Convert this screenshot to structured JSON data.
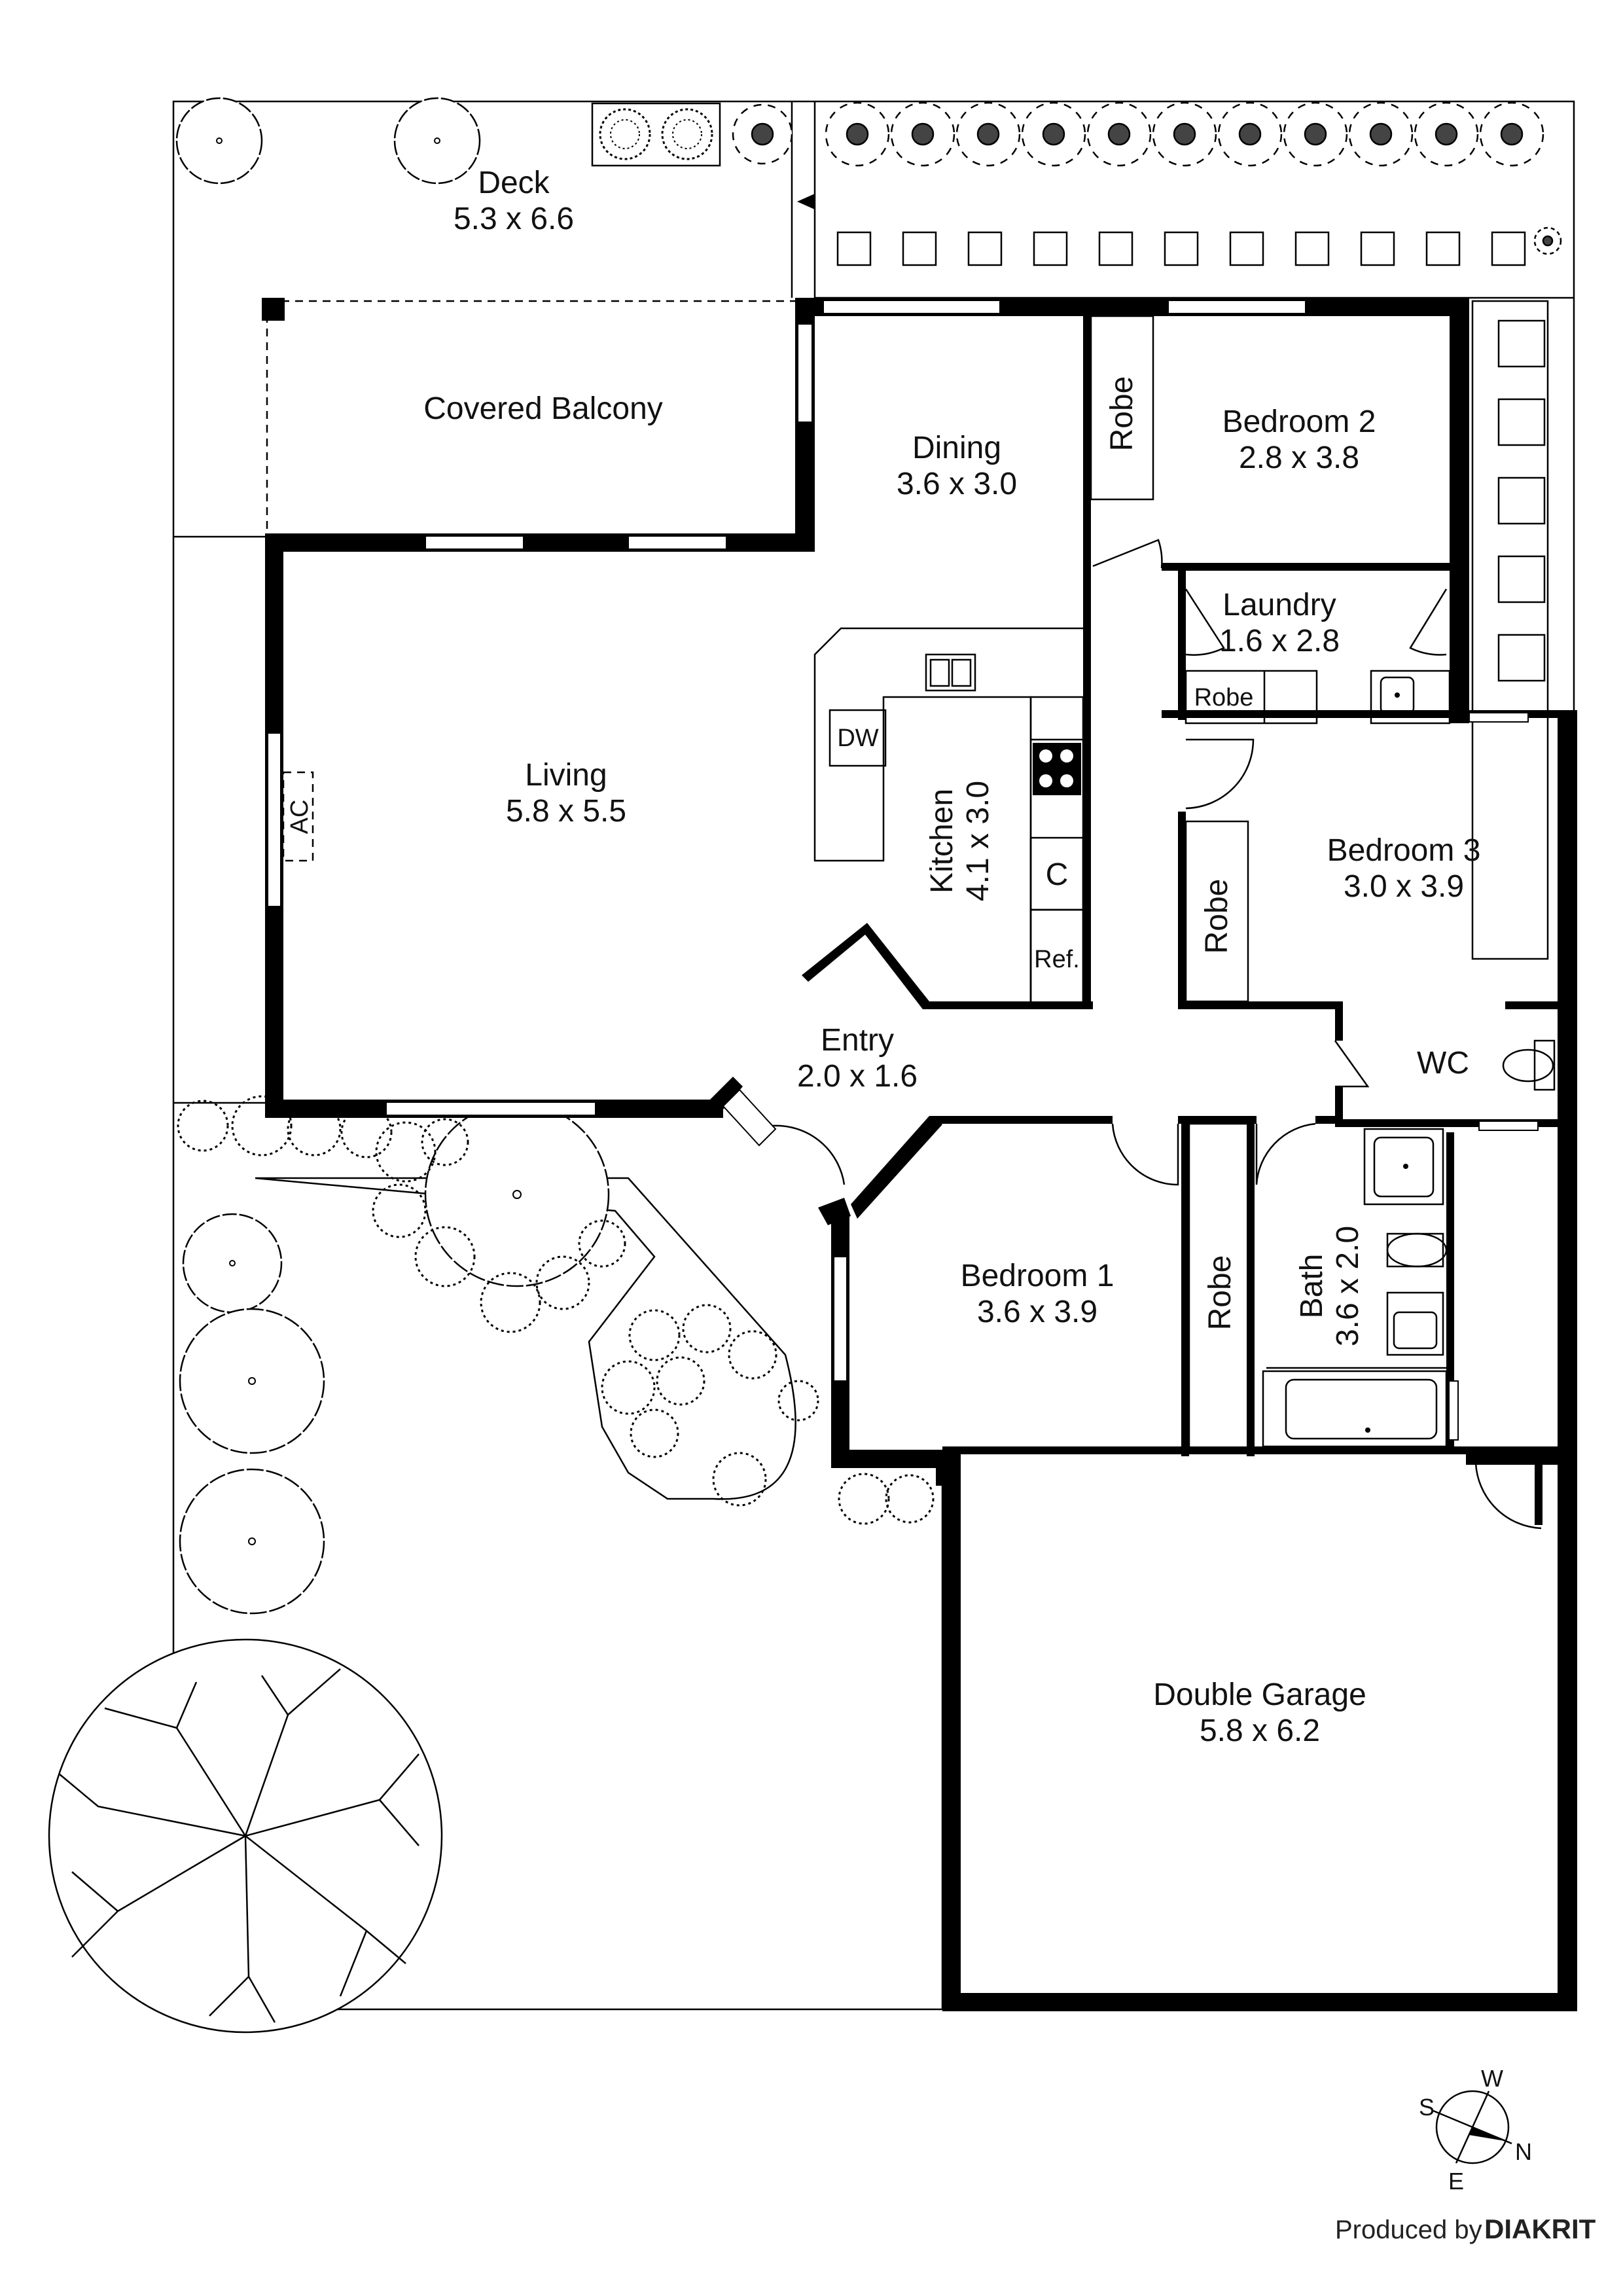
{
  "rooms": {
    "deck": {
      "name": "Deck",
      "size": "5.3 x 6.6"
    },
    "covered_balcony": {
      "name": "Covered Balcony"
    },
    "dining": {
      "name": "Dining",
      "size": "3.6 x 3.0"
    },
    "bedroom2": {
      "name": "Bedroom 2",
      "size": "2.8 x 3.8"
    },
    "laundry": {
      "name": "Laundry",
      "size": "1.6 x 2.8"
    },
    "living": {
      "name": "Living",
      "size": "5.8 x 5.5"
    },
    "kitchen": {
      "name": "Kitchen",
      "size": "4.1 x 3.0"
    },
    "bedroom3": {
      "name": "Bedroom 3",
      "size": "3.0 x 3.9"
    },
    "entry": {
      "name": "Entry",
      "size": "2.0 x 1.6"
    },
    "wc": {
      "name": "WC"
    },
    "bedroom1": {
      "name": "Bedroom 1",
      "size": "3.6 x 3.9"
    },
    "bath": {
      "name": "Bath",
      "size": "3.6 x 2.0"
    },
    "garage": {
      "name": "Double Garage",
      "size": "5.8 x 6.2"
    }
  },
  "fixtures": {
    "robe": "Robe",
    "dishwasher": "DW",
    "ac": "AC",
    "cupboard": "C",
    "fridge": "Ref."
  },
  "compass": {
    "n": "N",
    "s": "S",
    "e": "E",
    "w": "W"
  },
  "credit": {
    "prefix": "Produced by",
    "brand": "DIAKRIT"
  }
}
